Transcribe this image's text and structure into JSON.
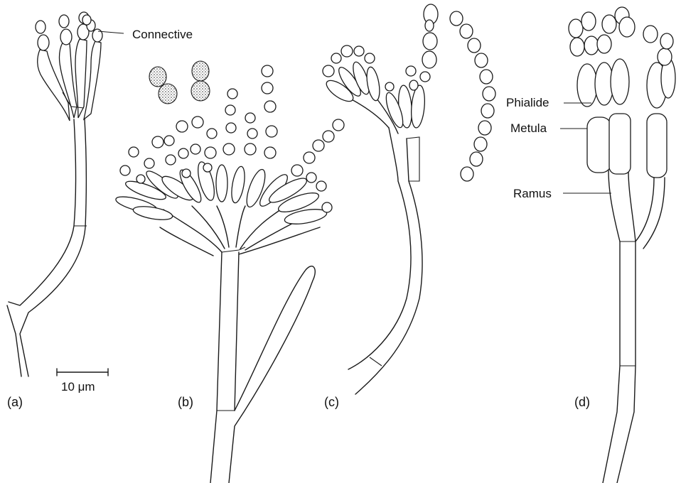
{
  "labels": {
    "connective": "Connective",
    "phialide": "Phialide",
    "metula": "Metula",
    "ramus": "Ramus"
  },
  "scale_bar": "10 μm",
  "panels": [
    "(a)",
    "(b)",
    "(c)",
    "(d)"
  ]
}
